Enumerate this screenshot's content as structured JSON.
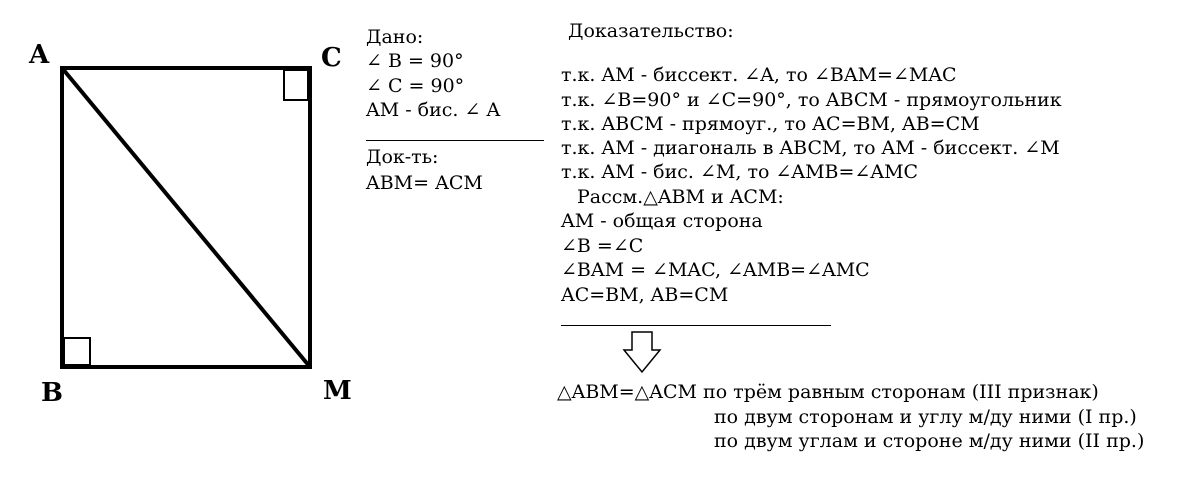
{
  "figure": {
    "vertices": {
      "a": "A",
      "c": "C",
      "b": "B",
      "m": "M"
    }
  },
  "given": {
    "title": "Дано:",
    "lines": [
      "∠ B = 90°",
      "∠ C = 90°",
      "AM - бис. ∠ A"
    ]
  },
  "to_prove": {
    "title": "Док-ть:",
    "statement": "ABM=   ACM"
  },
  "proof": {
    "title": "Доказательство:",
    "lines": [
      "т.к. AM - биссект. ∠A, то ∠BAM=∠MAC",
      "т.к. ∠B=90° и ∠C=90°, то ABCM - прямоугольник",
      "т.к. ABCM - прямоуг., то AC=BM, AB=CM",
      "т.к. AM - диагональ в ABCM, то AM - биссект. ∠M",
      "т.к. AM - бис. ∠M, то ∠AMB=∠AMC",
      "Рассм.△ABM и ACM:",
      "AM - общая сторона",
      "∠B =∠C",
      "∠BAM = ∠MAC, ∠AMB=∠AMC",
      "AC=BM, AB=CM"
    ]
  },
  "conclusion": {
    "main": "△ABM=△ACM по трём равным сторонам (III признак)",
    "alt1": "по двум сторонам и углу м/ду ними (I пр.)",
    "alt2": "по двум углам и стороне м/ду ними (II пр.)"
  }
}
